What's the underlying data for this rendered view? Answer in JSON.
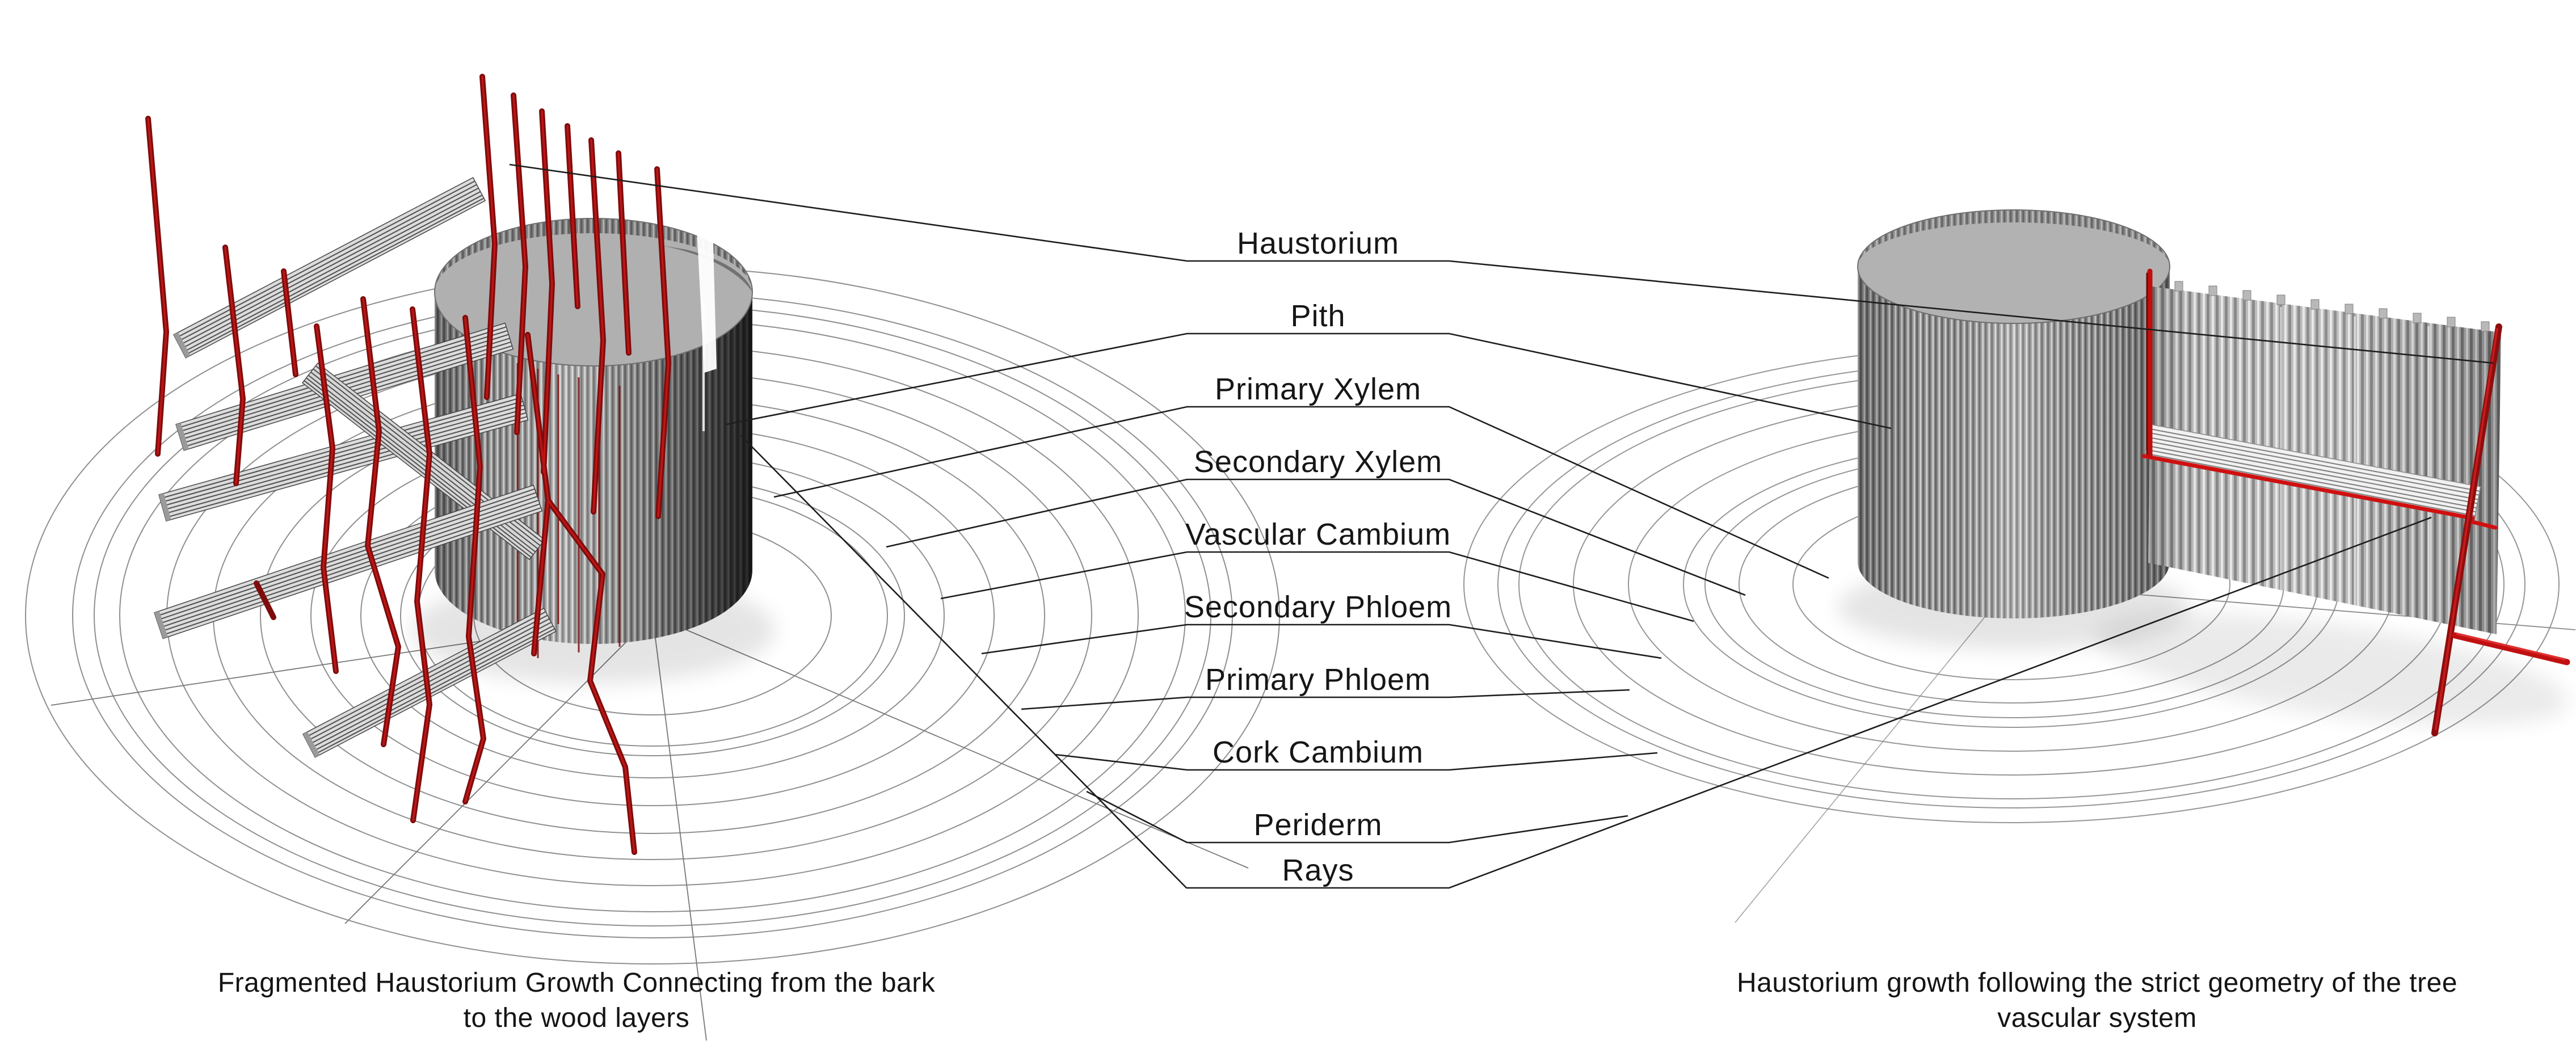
{
  "diagram": {
    "layer_labels": [
      {
        "text": "Haustorium"
      },
      {
        "text": "Pith"
      },
      {
        "text": "Primary Xylem"
      },
      {
        "text": "Secondary Xylem"
      },
      {
        "text": "Vascular Cambium"
      },
      {
        "text": "Secondary Phloem"
      },
      {
        "text": "Primary Phloem"
      },
      {
        "text": "Cork Cambium"
      },
      {
        "text": "Periderm"
      },
      {
        "text": "Rays"
      }
    ],
    "captions": {
      "left": {
        "line1": "Fragmented Haustorium Growth Connecting from the bark",
        "line2": "to the wood layers"
      },
      "right": {
        "line1": "Haustorium growth following the strict geometry of the tree",
        "line2": "vascular system"
      }
    },
    "colors": {
      "haustorium_dark_red": "#7e0c0c",
      "haustorium_bright_red": "#c41717",
      "accent_red": "#d01010",
      "leader_line": "#1d1d1d",
      "ring_gray": "#8f8f8f",
      "wood_gray": "#9b9b9b",
      "background": "#ffffff"
    }
  }
}
